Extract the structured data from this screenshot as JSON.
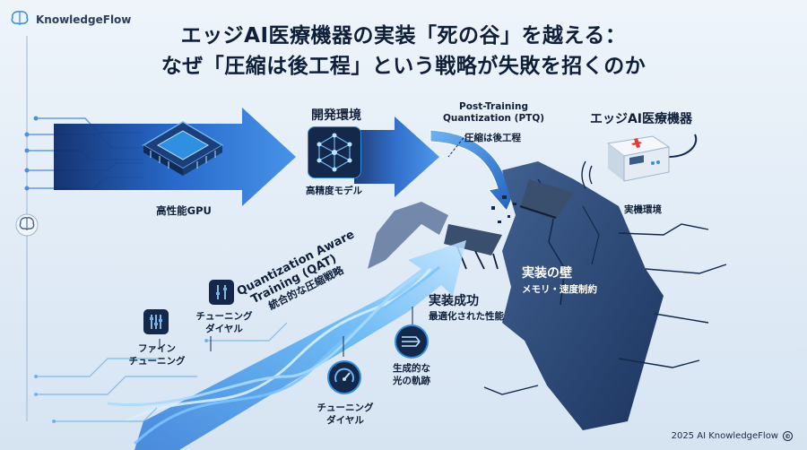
{
  "brand": {
    "name": "KnowledgeFlow"
  },
  "title": {
    "line1": "エッジAI医療機器の実装「死の谷」を越える：",
    "line2": "なぜ「圧縮は後工程」という戦略が失敗を招くのか"
  },
  "nodes": {
    "gpu": "高性能GPU",
    "dev_env": "開発環境",
    "model": "高精度モデル",
    "ptq_en_1": "Post-Training",
    "ptq_en_2": "Quantization (PTQ)",
    "ptq_jp": "圧縮は後工程",
    "device": "エッジAI医療機器",
    "real_env": "実機環境",
    "wall": "実装の壁",
    "wall_sub": "メモリ・速度制約",
    "qat_en_1": "Quantization Aware",
    "qat_en_2": "Training (QAT)",
    "qat_jp": "統合的な圧縮戦略",
    "success": "実装成功",
    "success_sub": "最適化された性能",
    "fine_tune_1": "ファイン",
    "fine_tune_2": "チューニング",
    "dial_1_a": "チューニング",
    "dial_1_b": "ダイヤル",
    "dial_2_a": "チューニング",
    "dial_2_b": "ダイヤル",
    "gen_light_1": "生成的な",
    "gen_light_2": "光の軌跡"
  },
  "icons": {
    "brand": "brain-icon",
    "side": "brain-icon",
    "gpu": "chip-icon",
    "model": "network-icon",
    "device": "medical-device-icon",
    "fine_tune": "sliders-icon",
    "dial": "gauge-icon",
    "gen_light": "light-trail-icon"
  },
  "colors": {
    "accent": "#2f8fe0",
    "dark_navy": "#13284a",
    "cliff": "#2d4a78",
    "cross": "#e03a3a"
  },
  "footer": {
    "text": "2025 AI KnowledgeFlow",
    "symbol": "©"
  }
}
